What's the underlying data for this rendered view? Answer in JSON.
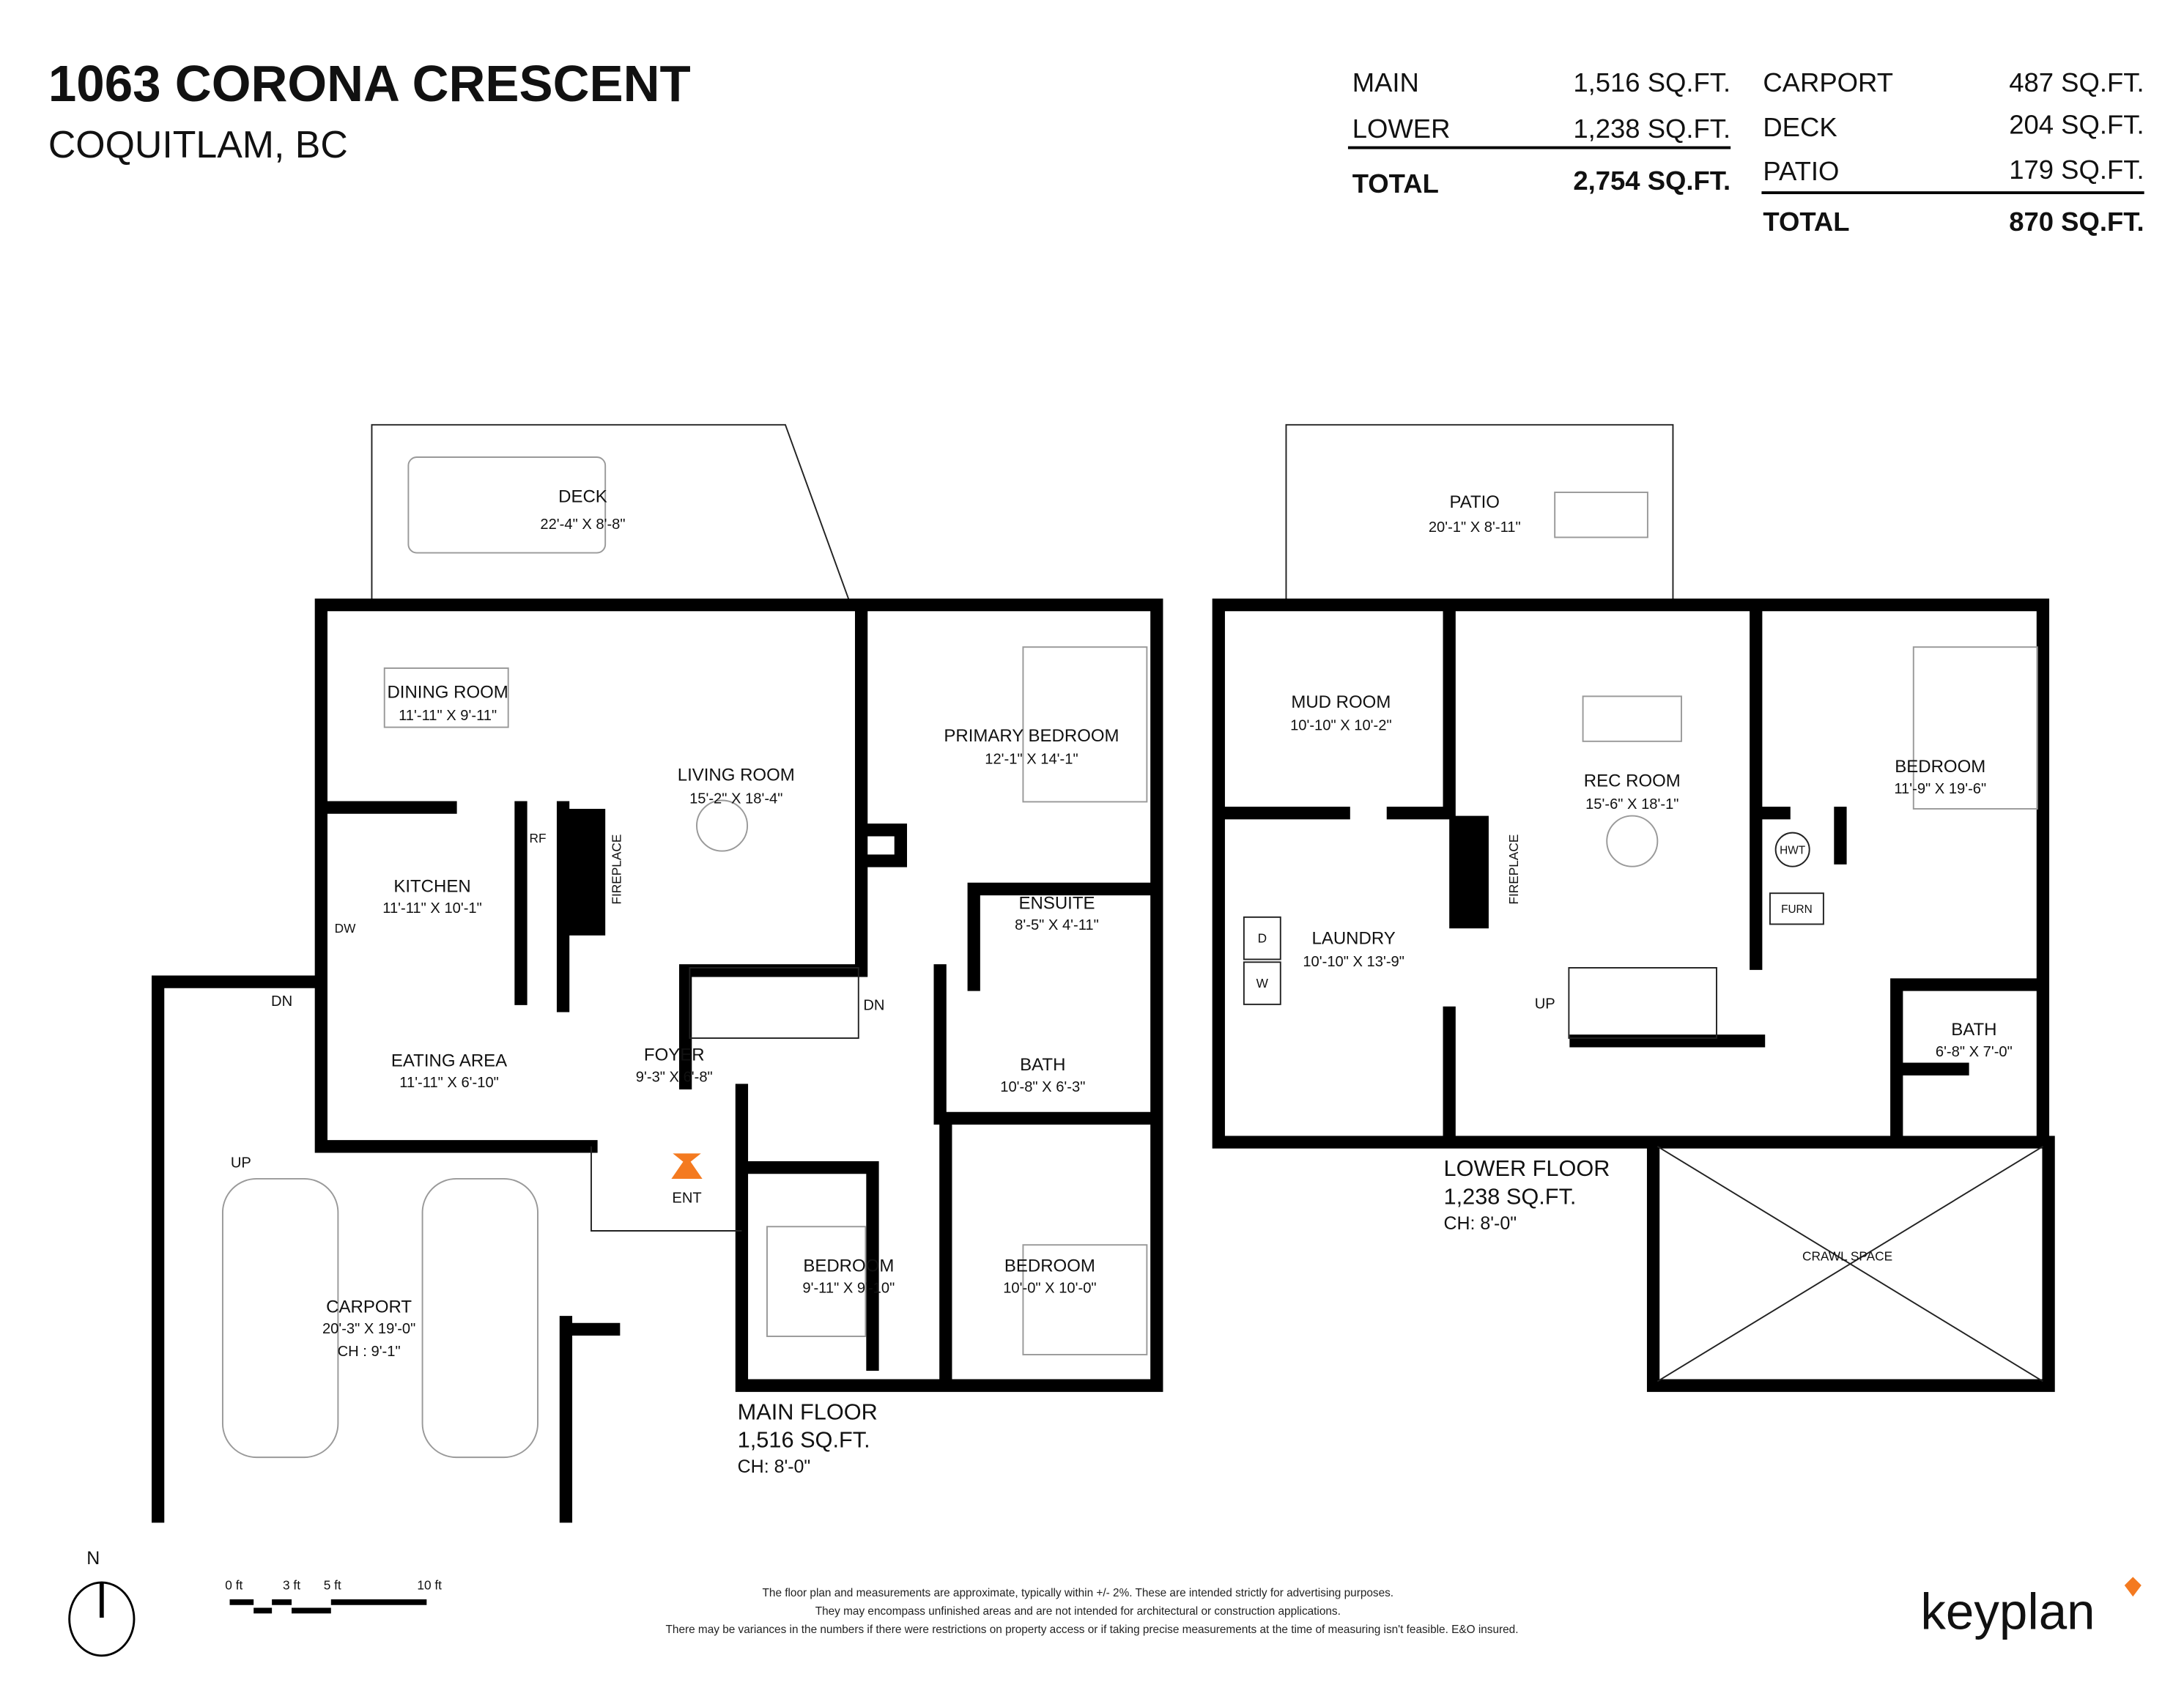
{
  "header": {
    "address": "1063 CORONA CRESCENT",
    "city": "COQUITLAM, BC"
  },
  "summary": {
    "living": [
      {
        "label": "MAIN",
        "value": "1,516 SQ.FT."
      },
      {
        "label": "LOWER",
        "value": "1,238 SQ.FT."
      }
    ],
    "living_total": {
      "label": "TOTAL",
      "value": "2,754 SQ.FT."
    },
    "outdoor": [
      {
        "label": "CARPORT",
        "value": "487 SQ.FT."
      },
      {
        "label": "DECK",
        "value": "204 SQ.FT."
      },
      {
        "label": "PATIO",
        "value": "179 SQ.FT."
      }
    ],
    "outdoor_total": {
      "label": "TOTAL",
      "value": "870 SQ.FT."
    }
  },
  "main_floor": {
    "title": "MAIN FLOOR",
    "area": "1,516 SQ.FT.",
    "ceiling": "CH: 8'-0\"",
    "rooms": {
      "deck": {
        "name": "DECK",
        "dims": "22'-4\" X 8'-8\""
      },
      "dining": {
        "name": "DINING ROOM",
        "dims": "11'-11\" X 9'-11\""
      },
      "living": {
        "name": "LIVING ROOM",
        "dims": "15'-2\" X 18'-4\""
      },
      "primary": {
        "name": "PRIMARY BEDROOM",
        "dims": "12'-1\" X 14'-1\""
      },
      "kitchen": {
        "name": "KITCHEN",
        "dims": "11'-11\" X 10'-1\""
      },
      "ensuite": {
        "name": "ENSUITE",
        "dims": "8'-5\" X 4'-11\""
      },
      "eating": {
        "name": "EATING AREA",
        "dims": "11'-11\" X 6'-10\""
      },
      "foyer": {
        "name": "FOYER",
        "dims": "9'-3\" X 6'-8\""
      },
      "bath": {
        "name": "BATH",
        "dims": "10'-8\" X 6'-3\""
      },
      "bedroom1": {
        "name": "BEDROOM",
        "dims": "9'-11\" X 9'-10\""
      },
      "bedroom2": {
        "name": "BEDROOM",
        "dims": "10'-0\" X 10'-0\""
      },
      "carport": {
        "name": "CARPORT",
        "dims": "20'-3\" X 19'-0\"",
        "ceiling": "CH : 9'-1\""
      }
    },
    "labels": {
      "entry": "ENT",
      "down1": "DN",
      "down2": "DN",
      "up": "UP",
      "fireplace": "FIREPLACE",
      "fridge": "RF",
      "dishwasher": "DW"
    }
  },
  "lower_floor": {
    "title": "LOWER FLOOR",
    "area": "1,238 SQ.FT.",
    "ceiling": "CH: 8'-0\"",
    "rooms": {
      "patio": {
        "name": "PATIO",
        "dims": "20'-1\" X 8'-11\""
      },
      "mud": {
        "name": "MUD ROOM",
        "dims": "10'-10\" X 10'-2\""
      },
      "rec": {
        "name": "REC ROOM",
        "dims": "15'-6\" X 18'-1\""
      },
      "bedroom": {
        "name": "BEDROOM",
        "dims": "11'-9\" X 19'-6\""
      },
      "laundry": {
        "name": "LAUNDRY",
        "dims": "10'-10\" X 13'-9\""
      },
      "bath": {
        "name": "BATH",
        "dims": "6'-8\" X 7'-0\""
      },
      "crawl": {
        "name": "CRAWL SPACE"
      }
    },
    "labels": {
      "hwt": "HWT",
      "furnace": "FURN",
      "dryer": "D",
      "washer": "W",
      "up": "UP",
      "fireplace": "FIREPLACE"
    }
  },
  "legend": {
    "north": "N",
    "scale": [
      "0 ft",
      "3 ft",
      "5 ft",
      "10 ft"
    ]
  },
  "disclaimer": [
    "The floor plan and measurements are approximate, typically within +/- 2%. These are intended strictly for advertising purposes.",
    "They may encompass unfinished areas and are not intended for architectural or construction applications.",
    "There may be variances in the numbers if there were restrictions on property access or if taking precise measurements at the time of measuring isn't feasible. E&O insured."
  ],
  "brand": {
    "name": "keyplan",
    "accent": "#f47a20"
  }
}
